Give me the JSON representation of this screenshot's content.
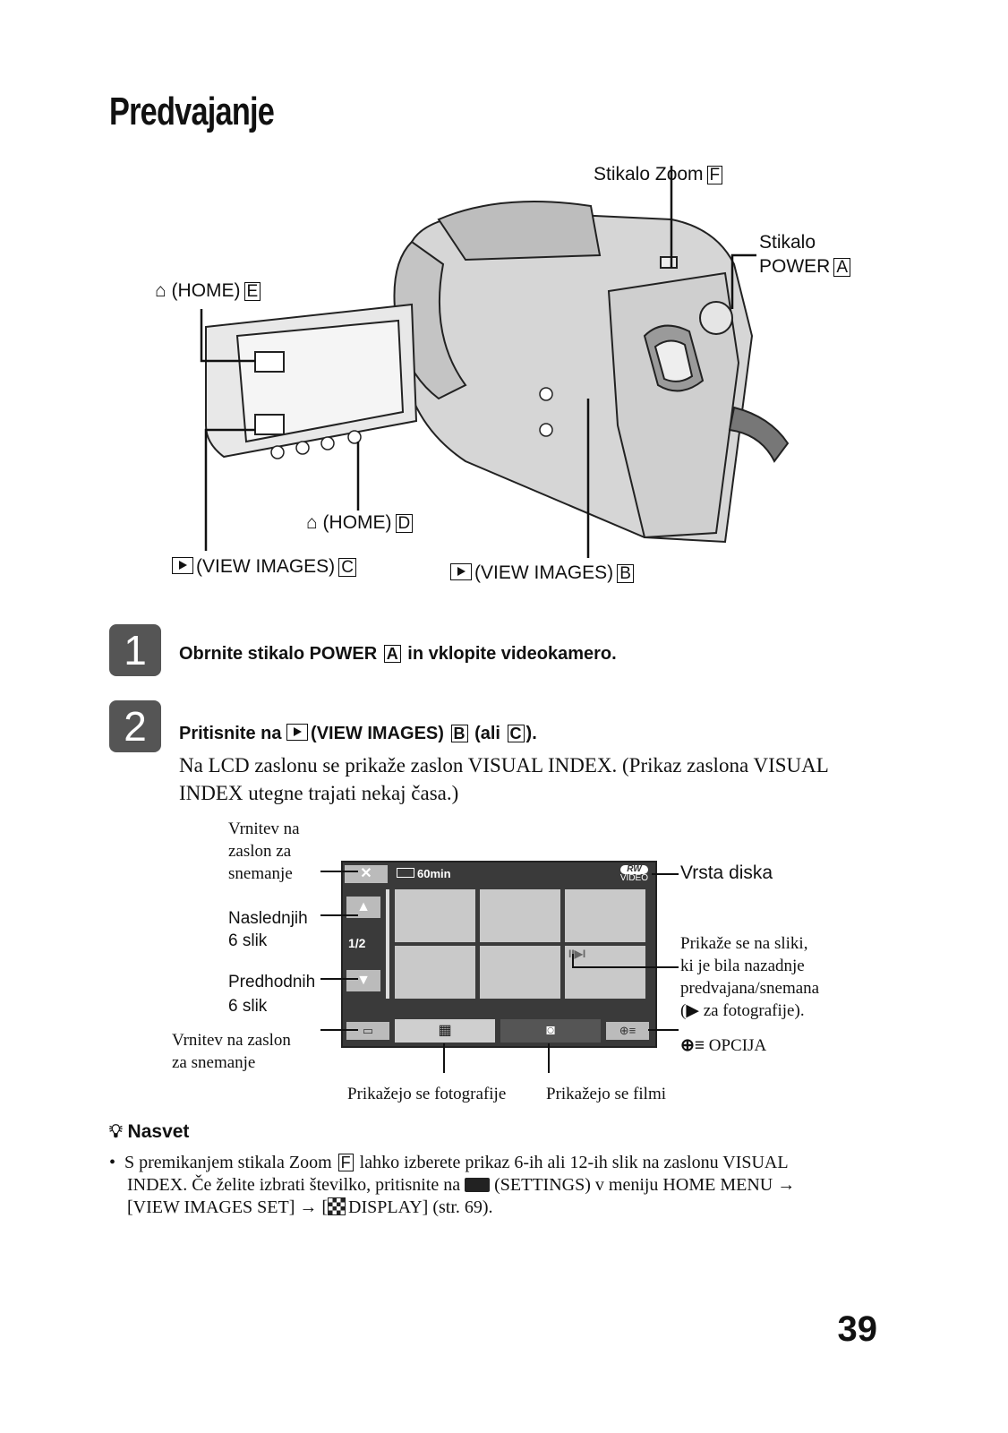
{
  "page": {
    "title": "Predvajanje",
    "page_number": "39"
  },
  "camera_diagram": {
    "zoom": {
      "text": "Stikalo Zoom",
      "key": "F"
    },
    "power_line1": "Stikalo",
    "power_line2": {
      "text": "POWER",
      "key": "A"
    },
    "home_e": {
      "text": "(HOME)",
      "key": "E"
    },
    "home_d": {
      "text": "(HOME)",
      "key": "D"
    },
    "view_c": {
      "text": "(VIEW IMAGES)",
      "key": "C"
    },
    "view_b": {
      "text": "(VIEW IMAGES)",
      "key": "B"
    }
  },
  "steps": [
    {
      "number": "1",
      "pre": "Obrnite stikalo POWER",
      "key": "A",
      "post": "in vklopite videokamero."
    },
    {
      "number": "2",
      "pre": "Pritisnite na",
      "mid": "(VIEW IMAGES)",
      "key1": "B",
      "ali": "(ali",
      "key2": "C",
      "end": ").",
      "body_line1": "Na LCD zaslonu se prikaže zaslon VISUAL INDEX. (Prikaz zaslona VISUAL",
      "body_line2": "INDEX utegne trajati nekaj časa.)"
    }
  ],
  "index_screen": {
    "battery": "60min",
    "disc_label": "RW",
    "disc_sub": "VIDEO",
    "page_indicator": "1/2",
    "last_mark": "II▶I"
  },
  "callouts": {
    "return_top": [
      "Vrnitev na",
      "zaslon za",
      "snemanje"
    ],
    "next6": [
      "Naslednjih",
      "6 slik"
    ],
    "prev6": [
      "Predhodnih",
      "6 slik"
    ],
    "return_bottom": [
      "Vrnitev na zaslon",
      "za snemanje"
    ],
    "disc_type": "Vrsta diska",
    "last_played": [
      "Prikaže se na sliki,",
      "ki je bila nazadnje",
      "predvajana/snemana",
      "(▶ za fotografije)."
    ],
    "option": "OPCIJA",
    "show_photos": "Prikažejo se fotografije",
    "show_movies": "Prikažejo se filmi"
  },
  "tip": {
    "heading": "Nasvet",
    "t1": "S premikanjem stikala Zoom",
    "key": "F",
    "t2": "lahko izberete prikaz 6-ih ali 12-ih slik na zaslonu VISUAL",
    "t3": "INDEX. Če želite izbrati številko, pritisnite na",
    "t4": "(SETTINGS) v meniju HOME MENU →",
    "t5": "[VIEW IMAGES SET] → [",
    "t6": "DISPLAY] (str. 69)."
  }
}
